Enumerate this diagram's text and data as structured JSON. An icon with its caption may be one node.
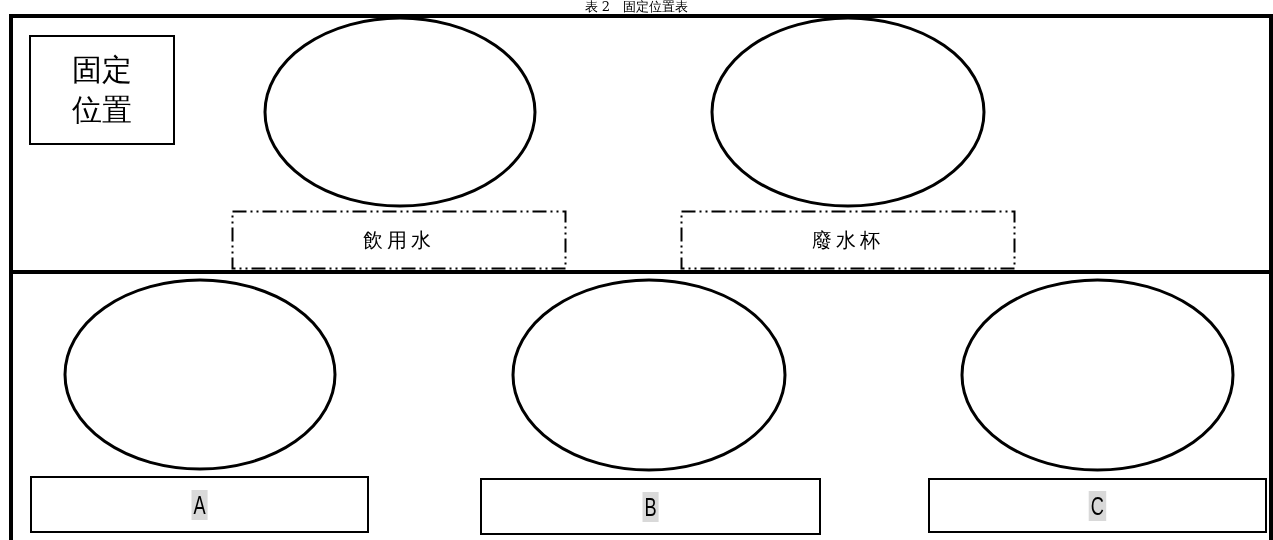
{
  "diagram": {
    "title": "表 2　固定位置表",
    "nodes": [
      {
        "text": [
          "固定位置"
        ]
      },
      {
        "text": [],
        "shape": "ellipse"
      },
      {
        "text": [],
        "shape": "ellipse"
      },
      {
        "text": [
          "飲用水"
        ]
      },
      {
        "text": [
          "廢水杯"
        ]
      },
      {
        "text": [],
        "shape": "ellipse"
      },
      {
        "text": [],
        "shape": "ellipse"
      },
      {
        "text": [],
        "shape": "ellipse"
      },
      {
        "text": [
          "A"
        ]
      },
      {
        "text": [
          "B"
        ]
      },
      {
        "text": [
          "C"
        ]
      }
    ],
    "edges": []
  }
}
